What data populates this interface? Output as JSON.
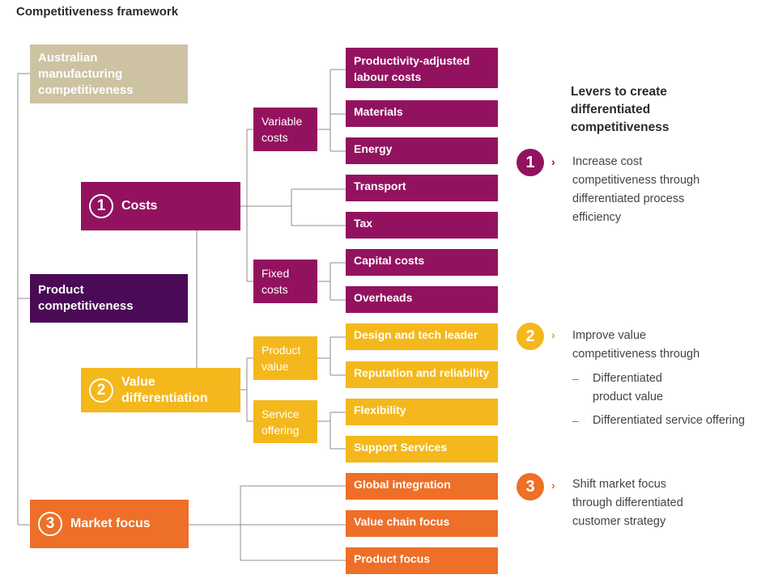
{
  "title": "Competitiveness framework",
  "left": {
    "australian": "Australian manufacturing competitiveness",
    "product": "Product competitiveness",
    "costs": {
      "num": "1",
      "label": "Costs"
    },
    "value": {
      "num": "2",
      "label": "Value differentiation"
    },
    "market": {
      "num": "3",
      "label": "Market focus"
    }
  },
  "mid": {
    "variable": "Variable costs",
    "fixed": "Fixed costs",
    "product_value": "Product value",
    "service": "Service offering"
  },
  "leaves": {
    "labour": "Productivity-adjusted labour costs",
    "materials": "Materials",
    "energy": "Energy",
    "transport": "Transport",
    "tax": "Tax",
    "capital": "Capital costs",
    "overheads": "Overheads",
    "design": "Design and tech leader",
    "reputation": "Reputation and reliability",
    "flexibility": "Flexibility",
    "support": "Support Services",
    "global": "Global integration",
    "value_chain": "Value chain focus",
    "product_focus": "Product focus"
  },
  "levers": {
    "title": "Levers to create differentiated competitiveness",
    "l1": {
      "num": "1",
      "text": "Increase cost competitiveness through differentiated process efficiency"
    },
    "l2": {
      "num": "2",
      "text": "Improve value competitiveness through",
      "sub1": "Differentiated product value",
      "sub2": "Differentiated service offering"
    },
    "l3": {
      "num": "3",
      "text": "Shift market focus through differentiated customer strategy"
    }
  },
  "colors": {
    "beige": "#cdc3a3",
    "purple": "#93125f",
    "dark_purple": "#4a0a56",
    "yellow": "#f4b81c",
    "orange": "#ee6f27",
    "line": "#8c8c8c"
  }
}
